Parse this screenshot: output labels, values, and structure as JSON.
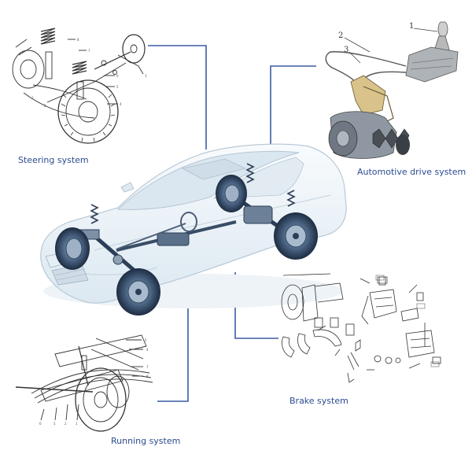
{
  "diagram": {
    "labels": {
      "steering": "Steering system",
      "drive": "Automotive drive system",
      "running": "Running system",
      "brake": "Brake system"
    },
    "drive_part_numbers": [
      "1",
      "2",
      "3"
    ],
    "accent_color": "#3b5ba5",
    "panel_fill": "#e9f1f7",
    "wheel_color": "#23354f"
  }
}
